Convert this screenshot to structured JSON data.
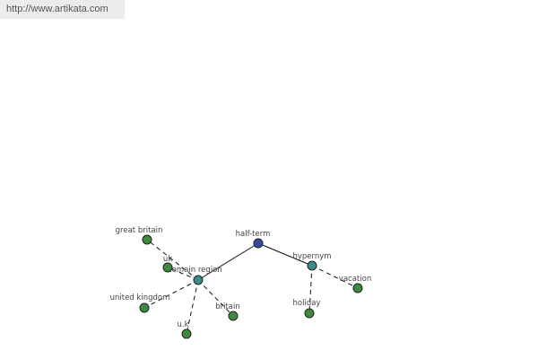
{
  "header": {
    "url": "http://www.artikata.com"
  },
  "colors": {
    "root": "#3a4a9a",
    "relation": "#3c8a8a",
    "term": "#3e8a3e"
  },
  "graph": {
    "nodes": [
      {
        "id": "half_term",
        "label": "half-term",
        "kind": "root"
      },
      {
        "id": "domain_region",
        "label": "domain region",
        "kind": "relation"
      },
      {
        "id": "hypernym",
        "label": "hypernym",
        "kind": "relation"
      },
      {
        "id": "great_britain",
        "label": "great britain",
        "kind": "term"
      },
      {
        "id": "uk",
        "label": "uk",
        "kind": "term"
      },
      {
        "id": "united_kingdom",
        "label": "united kingdom",
        "kind": "term"
      },
      {
        "id": "u_k",
        "label": "u.k",
        "kind": "term"
      },
      {
        "id": "britain",
        "label": "britain",
        "kind": "term"
      },
      {
        "id": "holiday",
        "label": "holiday",
        "kind": "term"
      },
      {
        "id": "vacation",
        "label": "vacation",
        "kind": "term"
      }
    ],
    "edges": [
      {
        "from": "half_term",
        "to": "domain_region",
        "style": "solid"
      },
      {
        "from": "half_term",
        "to": "hypernym",
        "style": "solid"
      },
      {
        "from": "domain_region",
        "to": "great_britain",
        "style": "dashed"
      },
      {
        "from": "domain_region",
        "to": "uk",
        "style": "dashed"
      },
      {
        "from": "domain_region",
        "to": "united_kingdom",
        "style": "dashed"
      },
      {
        "from": "domain_region",
        "to": "u_k",
        "style": "dashed"
      },
      {
        "from": "domain_region",
        "to": "britain",
        "style": "dashed"
      },
      {
        "from": "hypernym",
        "to": "holiday",
        "style": "dashed"
      },
      {
        "from": "hypernym",
        "to": "vacation",
        "style": "dashed"
      }
    ]
  }
}
